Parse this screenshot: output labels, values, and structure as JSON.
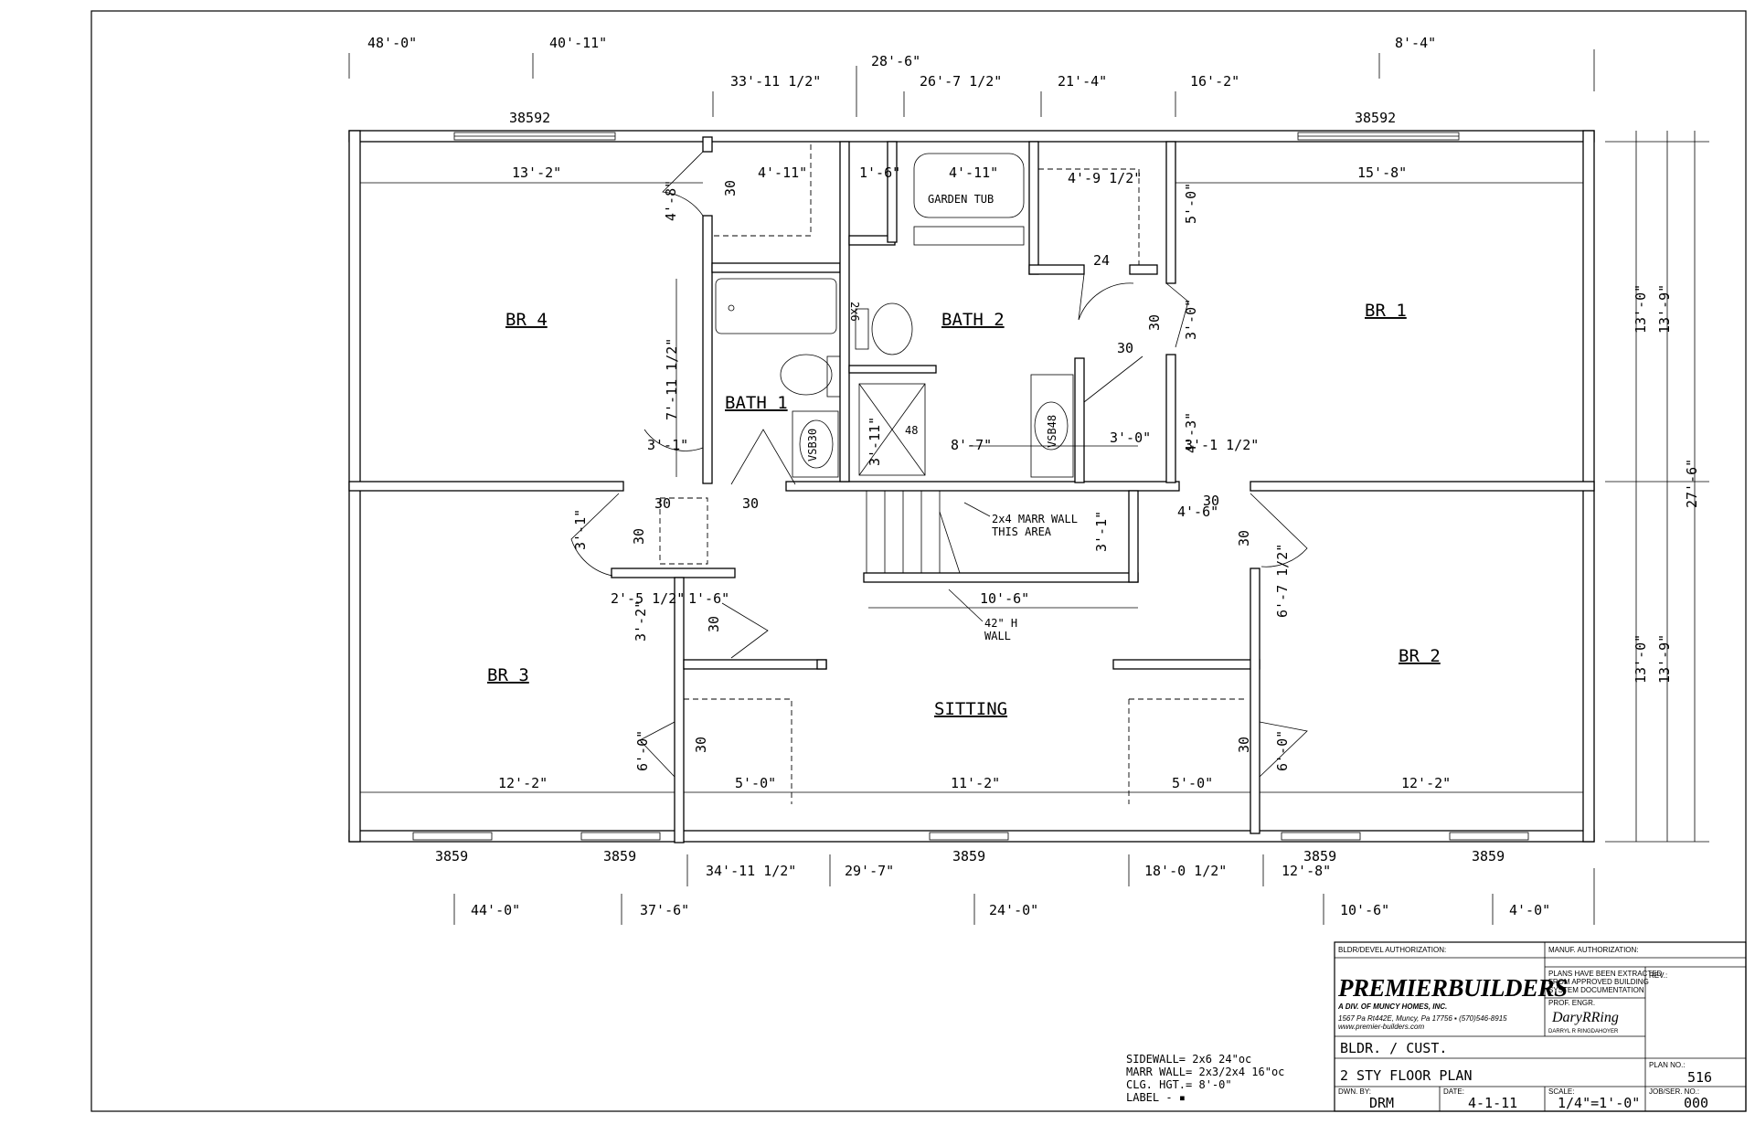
{
  "rooms": {
    "br4": "BR 4",
    "br1": "BR 1",
    "br3": "BR 3",
    "br2": "BR 2",
    "bath1": "BATH 1",
    "bath2": "BATH 2",
    "sitting": "SITTING"
  },
  "fixtures": {
    "garden_tub": "GARDEN TUB",
    "vsb30": "VSB30",
    "vsb48": "VSB48",
    "shower": "48",
    "wall_2x6": "2x6"
  },
  "notes": {
    "marr_wall_1": "2x4 MARR WALL",
    "marr_wall_2": "THIS AREA",
    "h_wall_1": "42\" H",
    "h_wall_2": "WALL"
  },
  "windows": {
    "top_left": "38592",
    "top_right": "38592",
    "bottom_1": "3859",
    "bottom_2": "3859",
    "bottom_3": "3859",
    "bottom_4": "3859",
    "bottom_5": "3859"
  },
  "top_dims": [
    "48'-0\"",
    "40'-11\"",
    "28'-6\"",
    "33'-11 1/2\"",
    "26'-7 1/2\"",
    "21'-4\"",
    "16'-2\"",
    "8'-4\""
  ],
  "bottom_dims_1": [
    "34'-11 1/2\"",
    "29'-7\"",
    "18'-0 1/2\"",
    "12'-8\""
  ],
  "bottom_dims_2": [
    "44'-0\"",
    "37'-6\"",
    "24'-0\"",
    "10'-6\"",
    "4'-0\""
  ],
  "right_dims": [
    "13'-0\"",
    "13'-9\"",
    "27'-6\"",
    "13'-0\"",
    "13'-9\""
  ],
  "room_dims": {
    "br4_w": "13'-2\"",
    "bath1_closet_w": "4'-11\"",
    "gap_1_6": "1'-6\"",
    "garden_tub_w": "4'-11\"",
    "closet_4_9": "4'-9 1/2\"",
    "br1_w": "15'-8\"",
    "door_4_8": "4'-8\"",
    "door_30_a": "30",
    "bath1_h": "7'-11 1/2\"",
    "closet_5_0": "5'-0\"",
    "num_24": "24",
    "door_30_b": "30",
    "door_3_0_v": "3'-0\"",
    "door_30_c": "30",
    "shower_3_11": "3'-11\"",
    "bath2_w": "8'-7\"",
    "hall_3_0": "3'-0\"",
    "hall_4_3": "4'-3\"",
    "hall_3_1_v": "3'-1\"",
    "hall_3_1_h": "3'-1\"",
    "hall_3_1_b": "3'-1 1/2\"",
    "door_30_d": "30",
    "door_30_e": "30",
    "door_30_f": "30",
    "door_30_g": "30",
    "door_30_h": "30",
    "hall_4_6": "4'-6\"",
    "stair_3_1": "3'-1\"",
    "stair_10_6": "10'-6\"",
    "br2_6_7": "6'-7 1/2\"",
    "dim_2_5": "2'-5 1/2\"",
    "dim_1_6": "1'-6\"",
    "dim_3_2": "3'-2\"",
    "door_30_i": "30",
    "door_30_j": "30",
    "door_30_k": "30",
    "br3_6_0": "6'-0\"",
    "br2_6_0": "6'-0\"",
    "br3_w": "12'-2\"",
    "closet_l_w": "5'-0\"",
    "sitting_w": "11'-2\"",
    "closet_r_w": "5'-0\"",
    "br2_w": "12'-2\""
  },
  "legend": {
    "sidewall": "SIDEWALL=  2x6 24\"oc",
    "marr_wall": "MARR WALL= 2x3/2x4 16\"oc",
    "clg_hgt": "CLG. HGT.=  8'-0\"",
    "label": "LABEL - ▪"
  },
  "title_block": {
    "bldr_auth_label": "BLDR/DEVEL AUTHORIZATION:",
    "manuf_auth_label": "MANUF. AUTHORIZATION:",
    "company": "PREMIERBUILDERS",
    "company_sub": "A DIV. OF MUNCY HOMES, INC.",
    "company_addr": "1567 Pa Rt442E, Muncy, Pa 17756 ▪ (570)546-8915",
    "company_web": "www.premier-builders.com",
    "plans_note_1": "PLANS HAVE BEEN EXTRACTED",
    "plans_note_2": "FROM APPROVED BUILDING",
    "plans_note_3": "SYSTEM DOCUMENTATION",
    "prof_engr_label": "PROF. ENGR.",
    "engineer": "DARRYL R RINGDAHOYER",
    "signature": "DaryRRing",
    "rev_label": "REV.:",
    "bldr_cust": "BLDR. / CUST.",
    "plan_title": "2 STY FLOOR PLAN",
    "plan_no_label": "PLAN NO.:",
    "plan_no": "516",
    "dwn_by_label": "DWN. BY:",
    "dwn_by": "DRM",
    "date_label": "DATE:",
    "date": "4-1-11",
    "scale_label": "SCALE:",
    "scale": "1/4\"=1'-0\"",
    "job_label": "JOB/SER. NO.:",
    "job": "000"
  }
}
